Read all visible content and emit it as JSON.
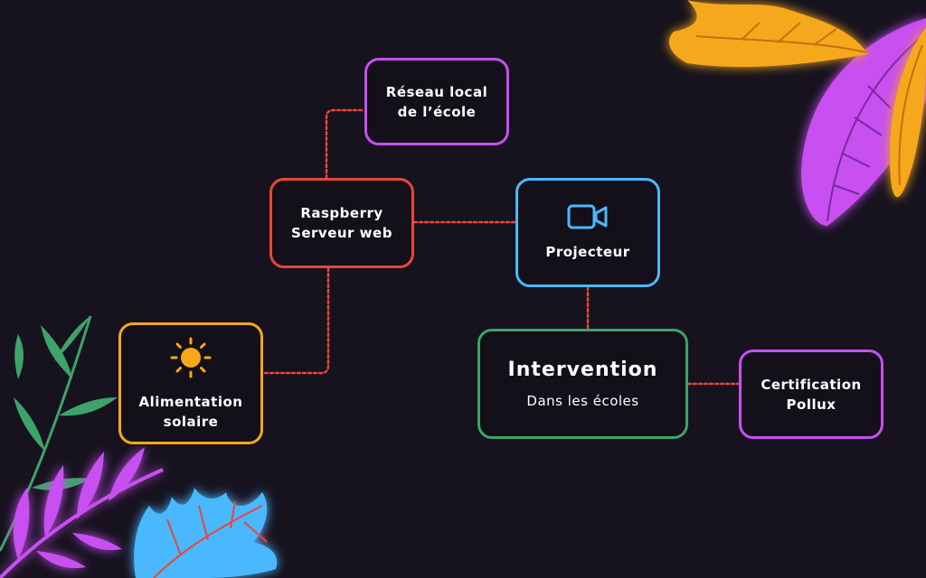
{
  "nodes": {
    "reseau": {
      "line1": "Réseau local",
      "line2": "de l’école",
      "color": "#c84ff0"
    },
    "raspberry": {
      "line1": "Raspberry",
      "line2": "Serveur web",
      "color": "#e8463a"
    },
    "projecteur": {
      "label": "Projecteur",
      "icon": "video-camera-icon",
      "color": "#4ab8ff"
    },
    "alimentation": {
      "line1": "Alimentation",
      "line2": "solaire",
      "icon": "sun-icon",
      "color": "#f6a81a"
    },
    "intervention": {
      "title": "Intervention",
      "subtitle": "Dans les écoles",
      "color": "#3da36a"
    },
    "certification": {
      "line1": "Certification",
      "line2": "Pollux",
      "color": "#c84ff0"
    }
  },
  "connector_color": "#e8463a",
  "background_color": "#16121e",
  "decorations": [
    "orange-leaf",
    "magenta-leaf",
    "green-fern",
    "magenta-fern",
    "blue-leaf"
  ]
}
